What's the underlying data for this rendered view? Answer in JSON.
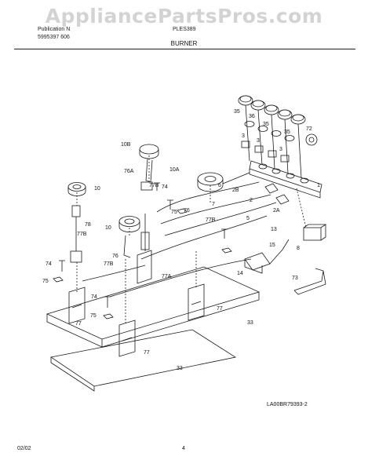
{
  "watermark": "AppliancePartsPros.com",
  "header": {
    "publication_label": "Publication N",
    "publication_number": "5995397 606",
    "model": "PLES389",
    "section_title": "BURNER"
  },
  "part_labels": [
    "1",
    "2",
    "2A",
    "2B",
    "3",
    "3",
    "3",
    "5",
    "6",
    "7",
    "8",
    "10",
    "10",
    "10A",
    "10B",
    "13",
    "14",
    "15",
    "33",
    "33",
    "35",
    "35",
    "35",
    "36",
    "72",
    "73",
    "74",
    "74",
    "74",
    "75",
    "75",
    "75",
    "76",
    "76",
    "76A",
    "77",
    "77",
    "77",
    "77A",
    "77B",
    "77B",
    "77B",
    "77B",
    "78"
  ],
  "diagram_code": "LA00BR79393-2",
  "footer": {
    "date": "02/02",
    "page": "4"
  },
  "colors": {
    "line": "#1a1a1a",
    "watermark": "#afafaf"
  }
}
